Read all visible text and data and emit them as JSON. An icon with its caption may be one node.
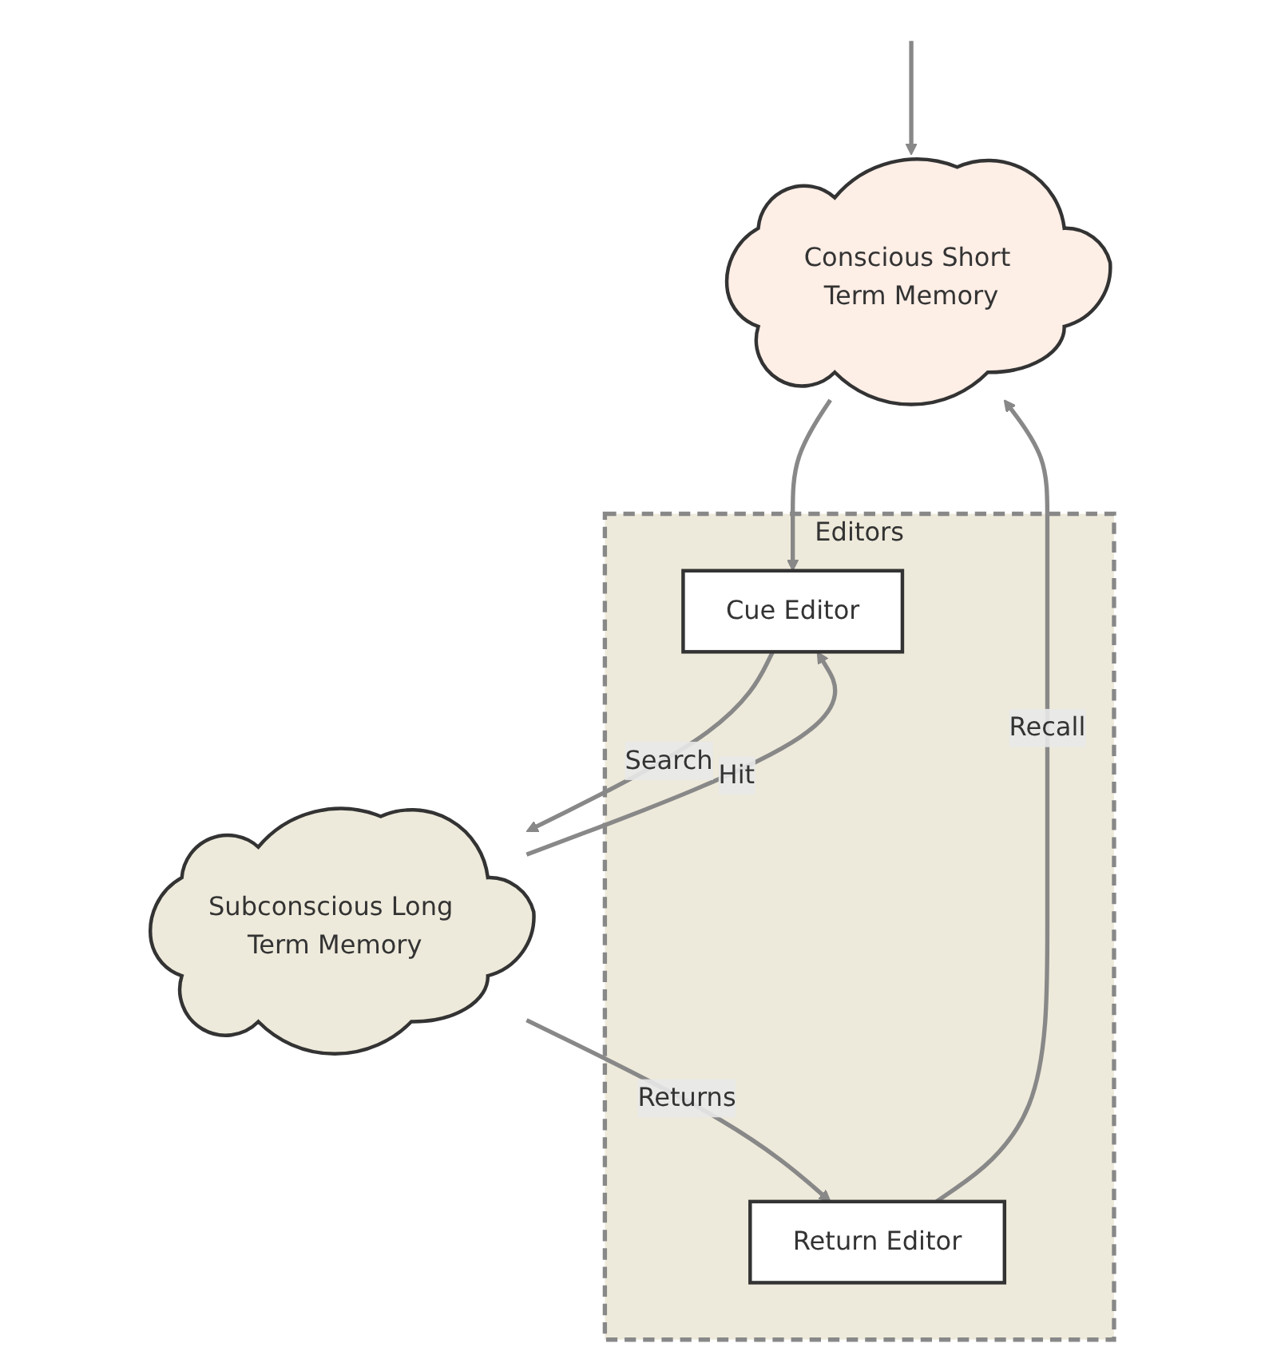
{
  "diagram": {
    "nodes": [
      {
        "text": [
          "Conscious Short Term Memory"
        ]
      },
      {
        "text": [
          "Editors"
        ]
      },
      {
        "text": [
          "Cue Editor"
        ],
        "in": 1
      },
      {
        "text": [
          "Return Editor"
        ],
        "in": 1
      },
      {
        "text": [
          "Subconscious Long Term Memory"
        ]
      }
    ],
    "edges": [
      {
        "from": null,
        "to": 0,
        "arrow": "to"
      },
      {
        "from": 0,
        "to": 2,
        "arrow": "to"
      },
      {
        "from": 3,
        "to": 0,
        "arrow": "to",
        "label": "Recall"
      },
      {
        "from": 2,
        "to": 4,
        "arrow": "to",
        "label": "Search"
      },
      {
        "from": 4,
        "to": 2,
        "arrow": "to",
        "label": "Hit"
      },
      {
        "from": 4,
        "to": 3,
        "arrow": "to",
        "label": "Returns"
      }
    ]
  }
}
